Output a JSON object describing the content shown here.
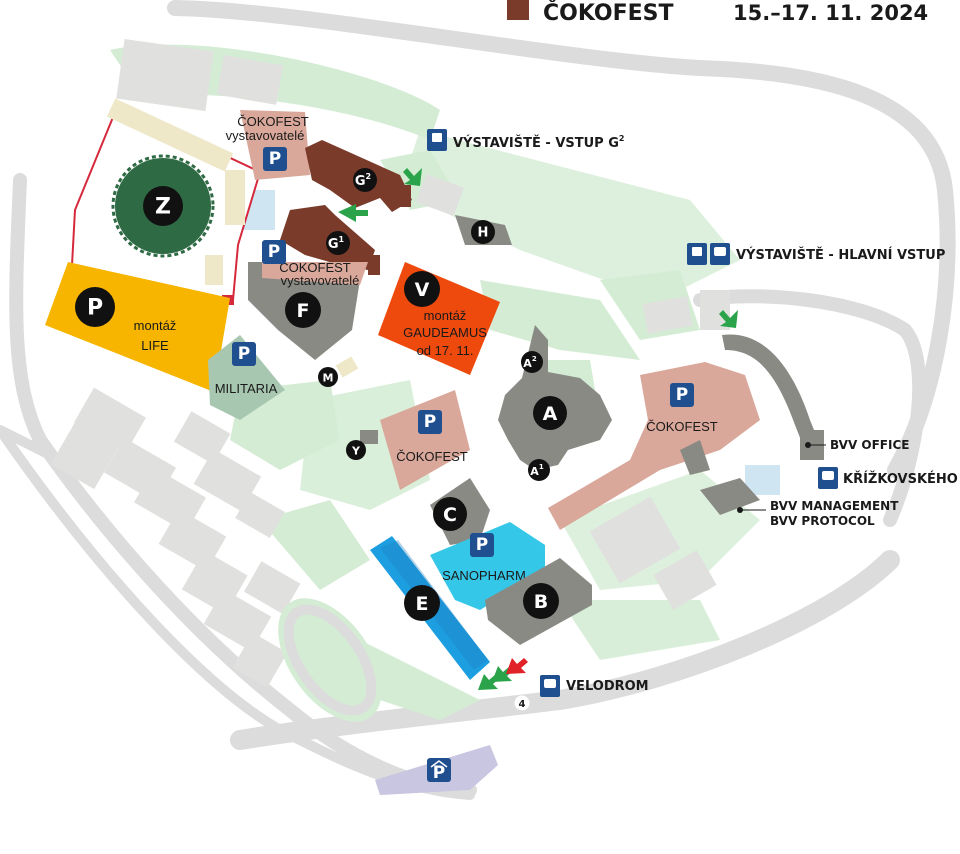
{
  "header": {
    "event_name": "ČOKOFEST",
    "dates": "15.–17. 11. 2024",
    "legend_color": "#7a3b2a"
  },
  "colors": {
    "road": "#dcdcdc",
    "greenery": "#d4ecd4",
    "building_grey": "#8a8a85",
    "building_light": "#e0e0de",
    "cokofest_brown": "#7a3b2a",
    "cokofest_pink": "#d9a89a",
    "parking_blue": "#1f4f8f",
    "life_yellow": "#f7b500",
    "gaudeamus_orange": "#ee4a0e",
    "hall_e_blue": "#1c9ee0",
    "sanopharm_cyan": "#35c7e8",
    "zone_z_green": "#2e6a44",
    "arrow_green": "#2aa34a",
    "arrow_red": "#e12228"
  },
  "buildings": {
    "Z": "Z",
    "F": "F",
    "V": "V",
    "A": "A",
    "A2": "A",
    "A2_sup": "2",
    "A1": "A",
    "A1_sup": "1",
    "C": "C",
    "B": "B",
    "E": "E",
    "H": "H",
    "M": "M",
    "Y": "Y",
    "G2": "G",
    "G2_sup": "2",
    "G1": "G",
    "G1_sup": "1",
    "P_life": "P"
  },
  "labels": {
    "cokofest_vystavovatele_top": [
      "ČOKOFEST",
      "vystavovatelé"
    ],
    "cokofest_vystavovatele_f": [
      "ČOKOFEST",
      "vystavovatelé"
    ],
    "montaz_life": [
      "montáž",
      "LIFE"
    ],
    "montaz_gaudeamus": [
      "montáž",
      "GAUDEAMUS",
      "od 17. 11."
    ],
    "militaria": "MILITARIA",
    "cokofest_center": "ČOKOFEST",
    "cokofest_east": "ČOKOFEST",
    "sanopharm": "SANOPHARM",
    "parking_letter": "P"
  },
  "stops": {
    "vystaviste_vstup_g2": "VÝSTAVIŠTĚ - VSTUP G",
    "vystaviste_vstup_g2_sup": "2",
    "vystaviste_hlavni_vstup": "VÝSTAVIŠTĚ - HLAVNÍ VSTUP",
    "bvv_office": "BVV OFFICE",
    "krizkovskeho": "KŘÍŽKOVSKÉHO",
    "bvv_management": "BVV MANAGEMENT",
    "bvv_protocol": "BVV PROTOCOL",
    "velodrom": "VELODROM",
    "gate_number": "4"
  },
  "icons": {
    "tram": "tram-icon",
    "bus": "bus-icon",
    "parking": "parking-icon",
    "entrance_arrow": "entrance-arrow-icon"
  }
}
